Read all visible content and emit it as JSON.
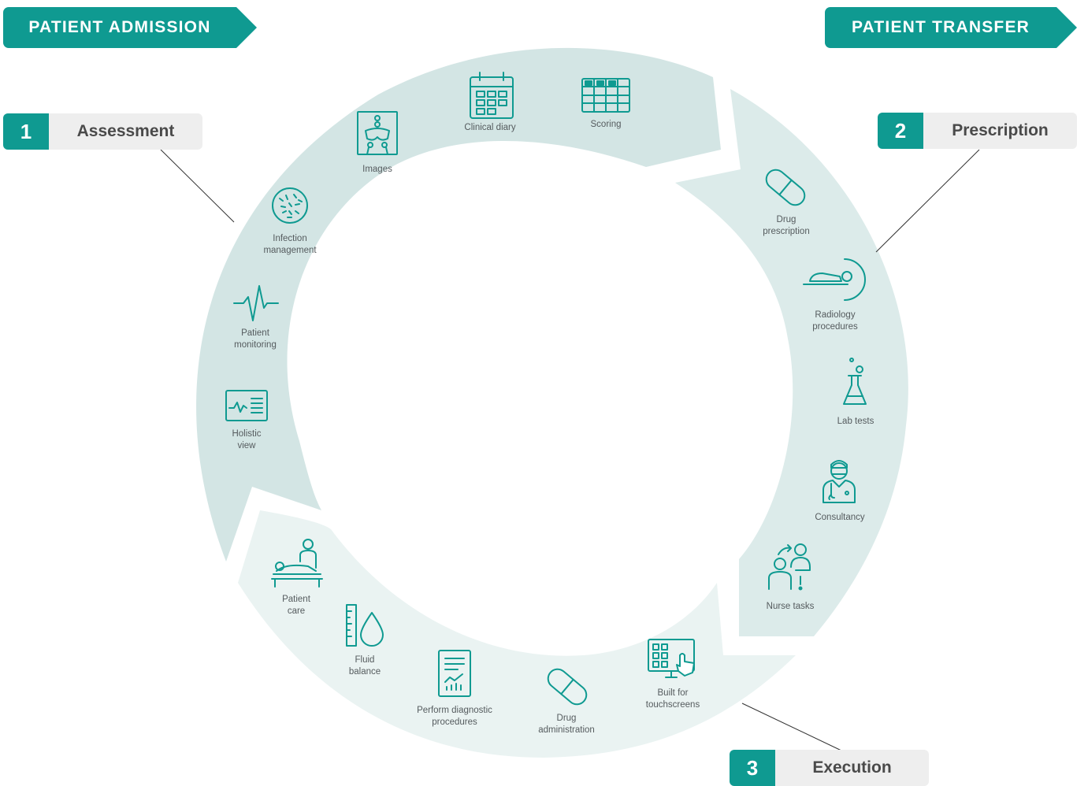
{
  "banners": {
    "admission": "PATIENT ADMISSION",
    "transfer": "PATIENT TRANSFER"
  },
  "steps": [
    {
      "number": "1",
      "label": "Assessment"
    },
    {
      "number": "2",
      "label": "Prescription"
    },
    {
      "number": "3",
      "label": "Execution"
    }
  ],
  "colors": {
    "accent": "#0f9a91",
    "arc_assessment": "#d3e5e4",
    "arc_prescription": "#dcebea",
    "arc_execution": "#eaf3f2",
    "step_label_bg": "#eeeeee"
  },
  "features": {
    "images": {
      "label": "Images",
      "icon": "pelvis-xray-icon"
    },
    "clinical_diary": {
      "label": "Clinical diary",
      "icon": "calendar-icon"
    },
    "scoring": {
      "label": "Scoring",
      "icon": "grid-table-icon"
    },
    "infection_management": {
      "label": "Infection\nmanagement",
      "icon": "bacteria-icon"
    },
    "patient_monitoring": {
      "label": "Patient\nmonitoring",
      "icon": "heartbeat-icon"
    },
    "holistic_view": {
      "label": "Holistic\nview",
      "icon": "monitor-chart-icon"
    },
    "drug_prescription": {
      "label": "Drug\nprescription",
      "icon": "pill-icon"
    },
    "radiology_procedures": {
      "label": "Radiology\nprocedures",
      "icon": "scanner-icon"
    },
    "lab_tests": {
      "label": "Lab tests",
      "icon": "flask-icon"
    },
    "consultancy": {
      "label": "Consultancy",
      "icon": "doctor-icon"
    },
    "nurse_tasks": {
      "label": "Nurse tasks",
      "icon": "nurse-patient-icon"
    },
    "patient_care": {
      "label": "Patient\ncare",
      "icon": "patient-bed-icon"
    },
    "fluid_balance": {
      "label": "Fluid\nbalance",
      "icon": "drop-ruler-icon"
    },
    "diagnostic_procedures": {
      "label": "Perform diagnostic\nprocedures",
      "icon": "report-chart-icon"
    },
    "drug_administration": {
      "label": "Drug\nadministration",
      "icon": "pill-icon"
    },
    "touchscreens": {
      "label": "Built for\ntouchscreens",
      "icon": "touchscreen-icon"
    }
  }
}
